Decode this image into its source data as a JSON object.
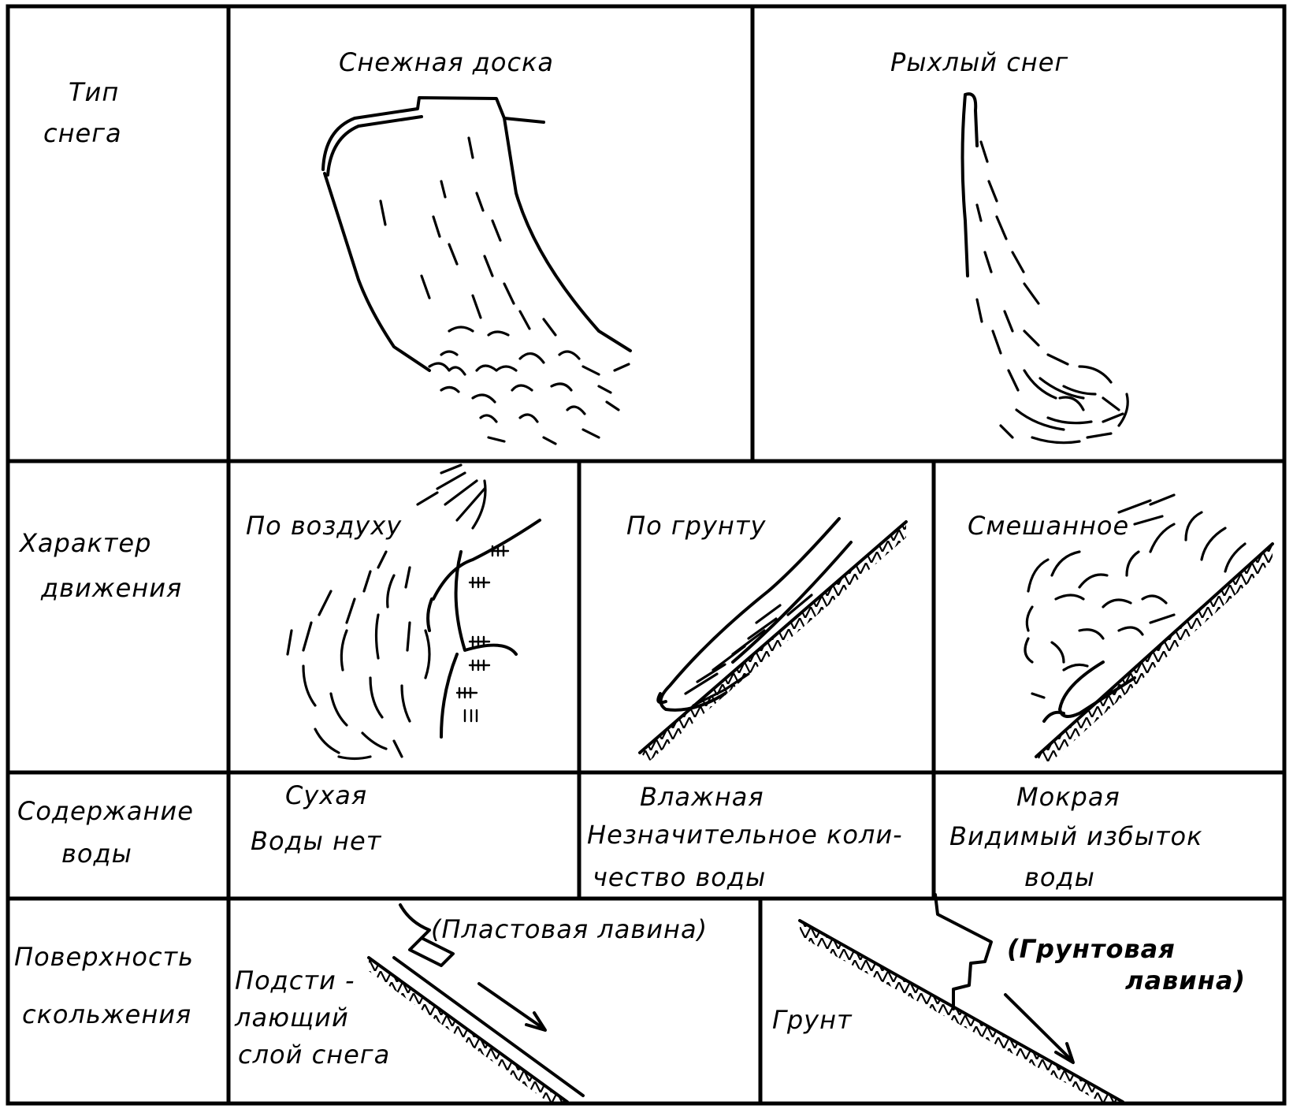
{
  "rows": {
    "snow_type": {
      "label_line1": "Тип",
      "label_line2": "снега",
      "slab": "Снежная доска",
      "loose": "Рыхлый снег"
    },
    "motion": {
      "label_line1": "Характер",
      "label_line2": "движения",
      "airborne": "По воздуху",
      "ground": "По грунту",
      "mixed": "Смешанное"
    },
    "water": {
      "label_line1": "Содержание",
      "label_line2": "воды",
      "dry_title": "Сухая",
      "dry_desc": "Воды нет",
      "moist_title": "Влажная",
      "moist_desc_line1": "Незначительное коли-",
      "moist_desc_line2": "чество воды",
      "wet_title": "Мокрая",
      "wet_desc_line1": "Видимый избыток",
      "wet_desc_line2": "воды"
    },
    "surface": {
      "label_line1": "Поверхность",
      "label_line2": "скольжения",
      "slab_avalanche": "(Пластовая лавина)",
      "underlying_line1": "Подсти -",
      "underlying_line2": "лающий",
      "underlying_line3": "слой снега",
      "ground_avalanche_line1": "(Грунтовая",
      "ground_avalanche_line2": "лавина)",
      "ground_label": "Грунт"
    }
  }
}
